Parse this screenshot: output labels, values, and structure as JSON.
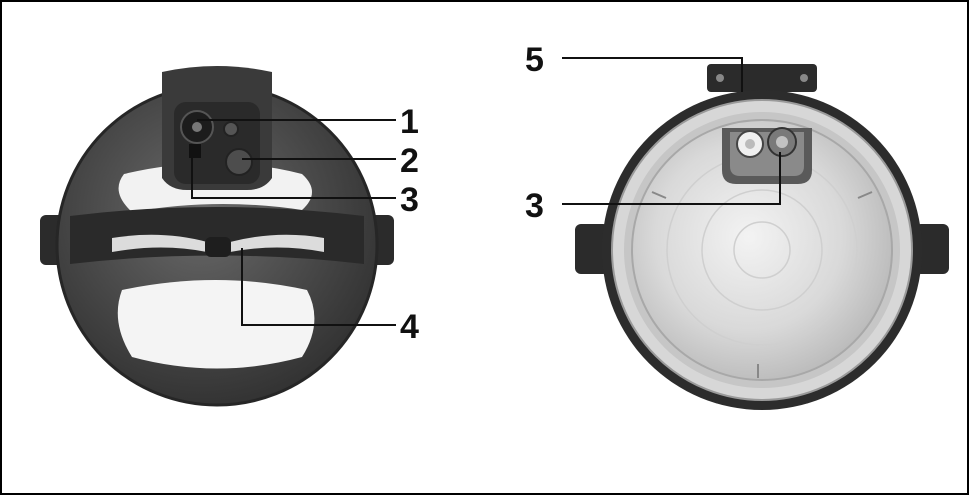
{
  "figure": {
    "left_view": {
      "callouts": [
        "1",
        "2",
        "3",
        "4"
      ]
    },
    "right_view": {
      "callouts": [
        "5",
        "3"
      ]
    }
  },
  "colors": {
    "lid_dark": "#4a4a4a",
    "handle_black": "#2b2b2b",
    "window_light": "#f2f2f2",
    "steel_light": "#e7e7e7",
    "steel_mid": "#bdbdbd",
    "ring_light": "#d7d7d7",
    "outline": "#111111"
  }
}
